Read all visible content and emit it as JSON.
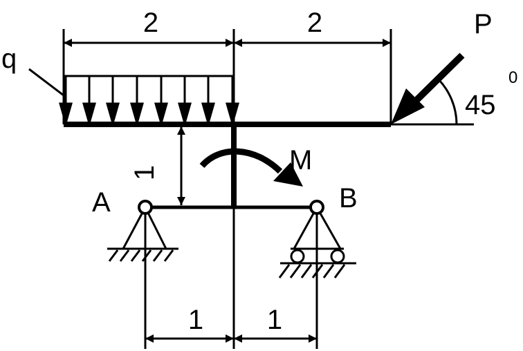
{
  "labels": {
    "q": "q",
    "P": "P",
    "M": "M",
    "A": "A",
    "B": "B",
    "angle": "45",
    "angle_sup": "0"
  },
  "dimensions": {
    "top_left": "2",
    "top_right": "2",
    "vertical": "1",
    "bottom_left": "1",
    "bottom_right": "1"
  }
}
